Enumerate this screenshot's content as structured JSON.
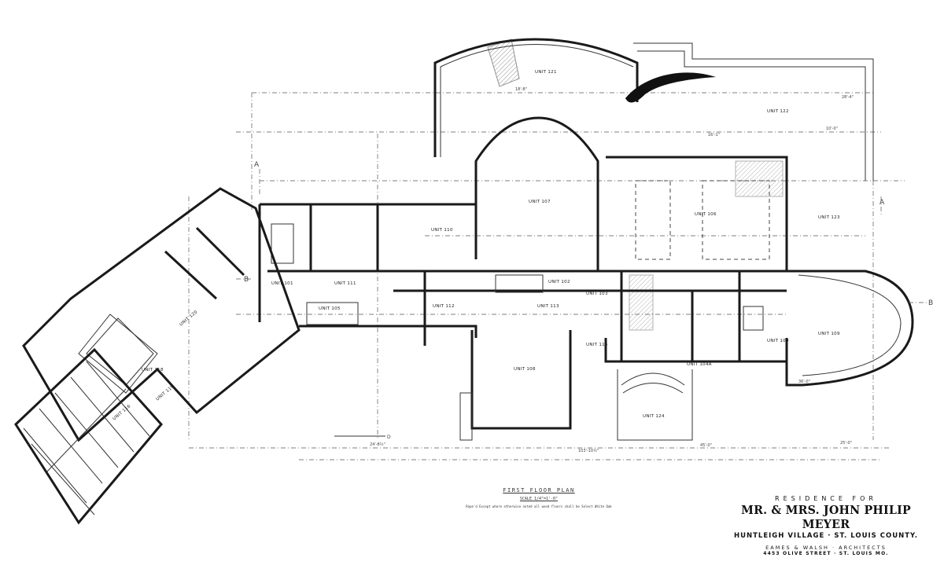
{
  "drawing": {
    "title": "FIRST FLOOR PLAN",
    "scale": "SCALE 1/4\"=1'-0\"",
    "note": "Rope'd Except where otherwise noted all wood floors shall be Select White Oak",
    "section_markers": [
      "A",
      "A",
      "B",
      "B",
      "D"
    ]
  },
  "title_block": {
    "line1": "RESIDENCE FOR",
    "client": "MR. & MRS. JOHN PHILIP MEYER",
    "location": "HUNTLEIGH VILLAGE · ST. LOUIS COUNTY.",
    "architects": "EAMES & WALSH · ARCHITECTS",
    "address": "4453 OLIVE STREET · ST. LOUIS MO."
  },
  "units": [
    "UNIT 121",
    "UNIT 122",
    "UNIT 107",
    "UNIT 106",
    "UNIT 123",
    "UNIT 110",
    "UNIT 111",
    "UNIT 101",
    "UNIT 112",
    "UNIT 113",
    "UNIT 105",
    "UNIT 108",
    "UNIT 124",
    "UNIT 109",
    "UNIT 100",
    "UNIT 104A",
    "UNIT 114",
    "UNIT 102",
    "UNIT 118",
    "UNIT 120",
    "UNIT 119",
    "UNIT 116",
    "UNIT 103"
  ],
  "dimensions": [
    "25'-0\"",
    "28'-4\"",
    "16'-1\"",
    "18'-8\"",
    "10'-0\"",
    "24'-8½\"",
    "103'-10½\"",
    "45'-0\"",
    "36'-0\""
  ]
}
